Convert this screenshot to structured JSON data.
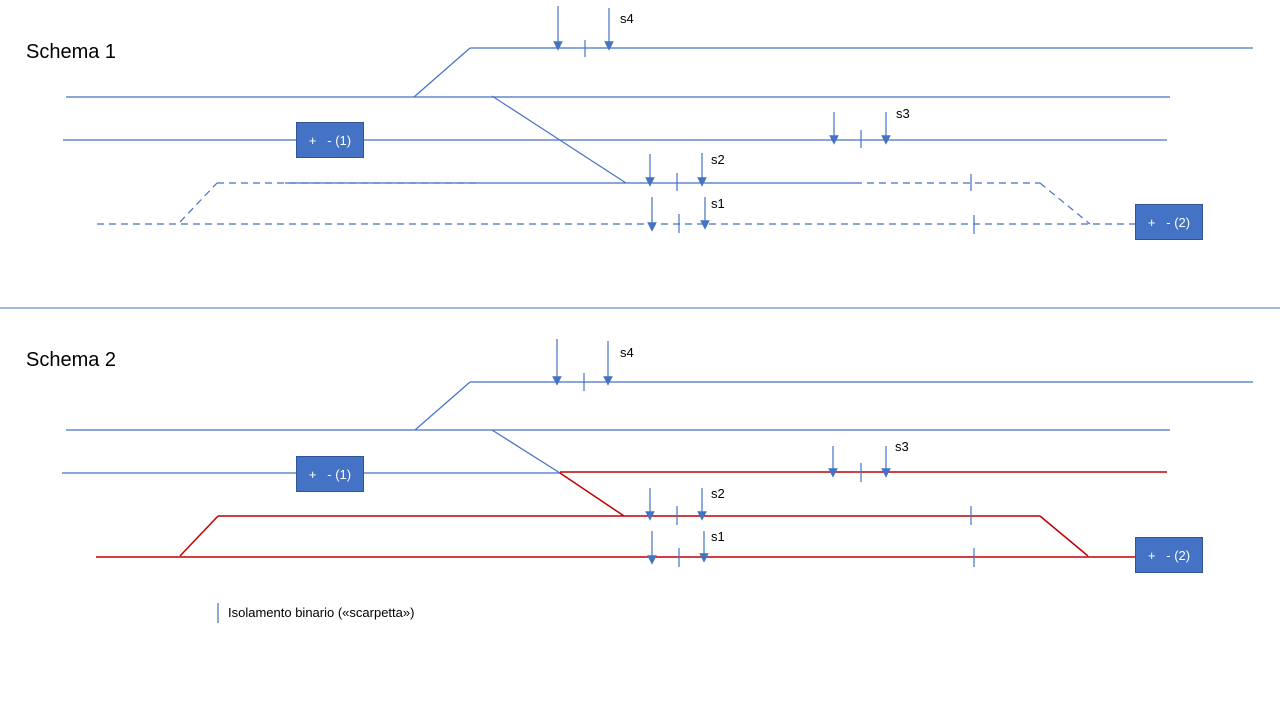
{
  "schema1": {
    "title": "Schema 1"
  },
  "schema2": {
    "title": "Schema 2"
  },
  "signals": {
    "s1": "s1",
    "s2": "s2",
    "s3": "s3",
    "s4": "s4"
  },
  "supply": {
    "box1": "+   - (1)",
    "box2": "+   - (2)"
  },
  "legend": {
    "text": "Isolamento binario («scarpetta»)"
  },
  "colors": {
    "track": "#4472c4",
    "powered": "#c00000",
    "box": "#4472c4"
  }
}
